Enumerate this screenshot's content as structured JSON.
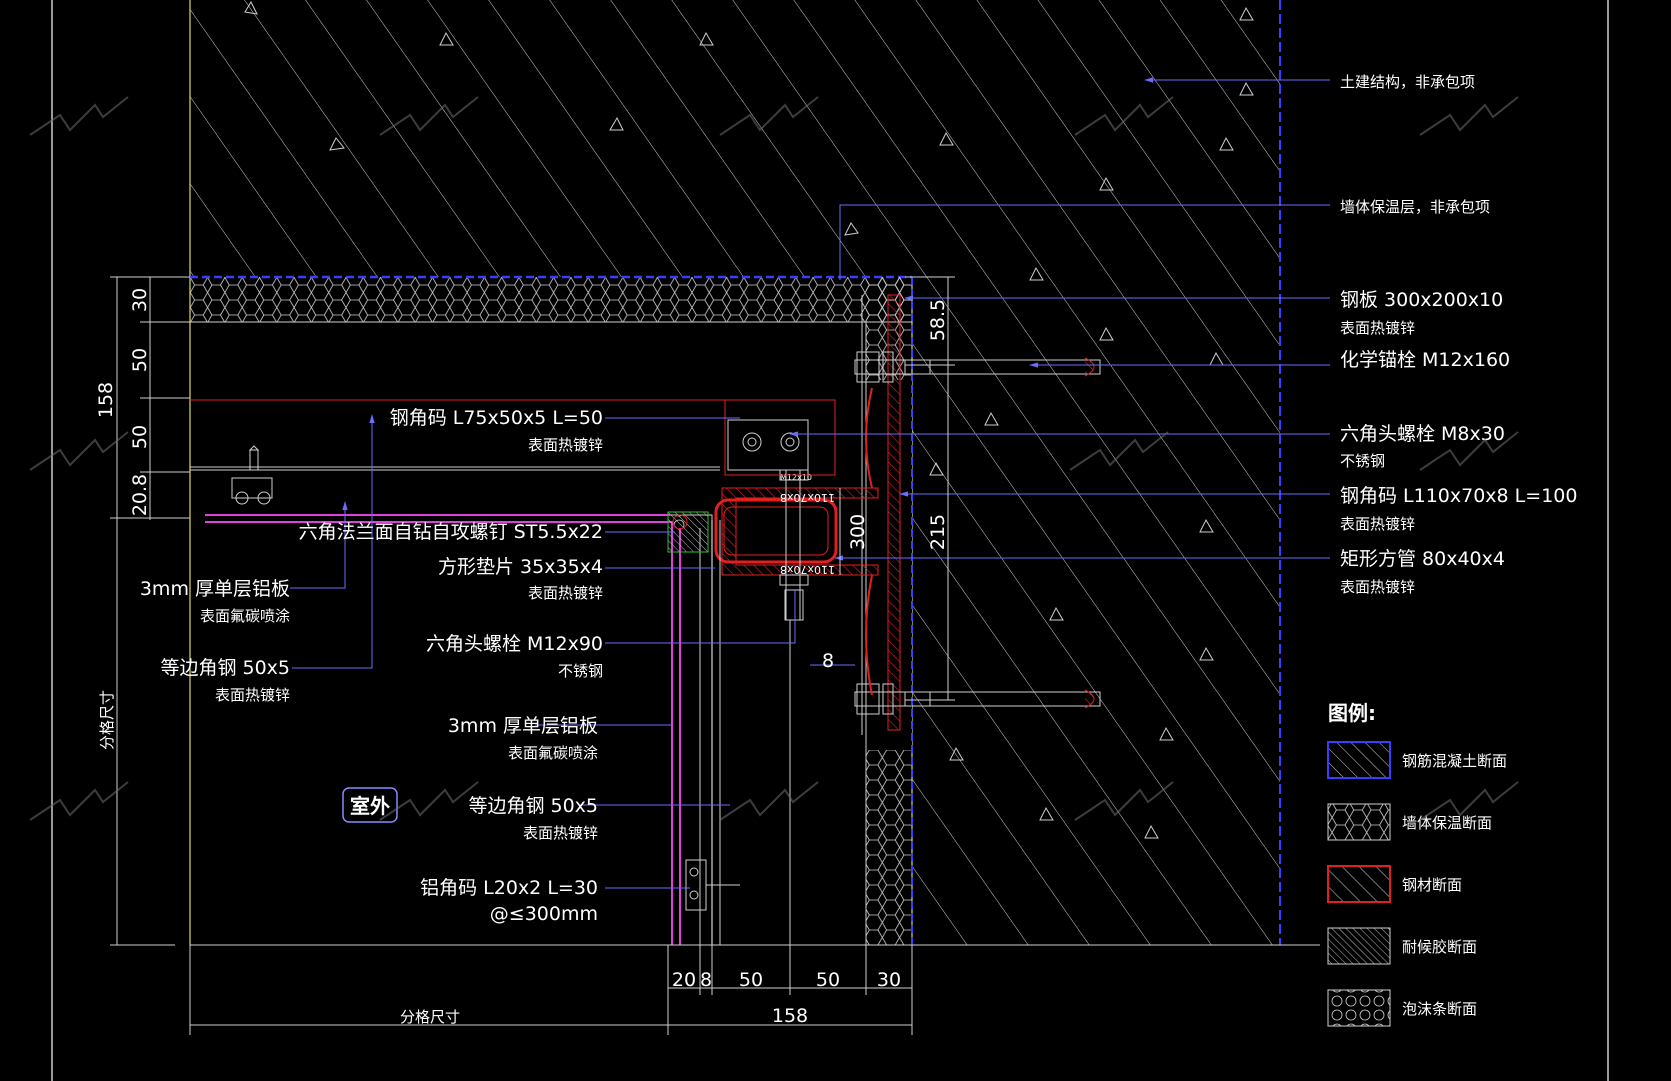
{
  "callouts": {
    "civil_structure": "土建结构，非承包项",
    "wall_insulation": "墙体保温层，非承包项",
    "steel_plate_1": "钢板 300x200x10",
    "steel_plate_2": "表面热镀锌",
    "chem_anchor": "化学锚栓 M12x160",
    "hex_bolt_m8_1": "六角头螺栓 M8x30",
    "hex_bolt_m8_2": "不锈钢",
    "steel_angle_1": "钢角码 L110x70x8 L=100",
    "steel_angle_2": "表面热镀锌",
    "rect_tube_1": "矩形方管 80x40x4",
    "rect_tube_2": "表面热镀锌",
    "steel_bracket_1": "钢角码 L75x50x5 L=50",
    "steel_bracket_2": "表面热镀锌",
    "screw": "六角法兰面自钻自攻螺钉 ST5.5x22",
    "washer_1": "方形垫片 35x35x4",
    "washer_2": "表面热镀锌",
    "hex_bolt_m12_1": "六角头螺栓 M12x90",
    "hex_bolt_m12_2": "不锈钢",
    "panel_left_1": "3mm 厚单层铝板",
    "panel_left_2": "表面氟碳喷涂",
    "angle_left_1": "等边角钢 50x5",
    "angle_left_2": "表面热镀锌",
    "panel_mid_1": "3mm 厚单层铝板",
    "panel_mid_2": "表面氟碳喷涂",
    "angle_mid_1": "等边角钢 50x5",
    "angle_mid_2": "表面热镀锌",
    "alu_bracket_1": "铝角码 L20x2 L=30",
    "alu_bracket_2": "@≤300mm",
    "outdoor": "室外"
  },
  "dimensions": {
    "left_30": "30",
    "left_50a": "50",
    "left_50b": "50",
    "left_20_8": "20.8",
    "left_158": "158",
    "left_grid": "分格尺寸",
    "bottom_20": "20",
    "bottom_8": "8",
    "bottom_50a": "50",
    "bottom_50b": "50",
    "bottom_30": "30",
    "bottom_158": "158",
    "bottom_grid": "分格尺寸",
    "v_58_5": "58.5",
    "v_215": "215",
    "v_300": "300",
    "small_8": "8",
    "tag_m12": "M12x10",
    "tag_angle_top": "110x70x8",
    "tag_angle_bottom": "110x70x8"
  },
  "legend": {
    "title": "图例:",
    "items": [
      {
        "label": "钢筋混凝土断面"
      },
      {
        "label": "墙体保温断面"
      },
      {
        "label": "钢材断面"
      },
      {
        "label": "耐候胶断面"
      },
      {
        "label": "泡沫条断面"
      }
    ]
  },
  "colors": {
    "background": "#000000",
    "line_white": "#ffffff",
    "line_blue": "#3c3cff",
    "line_red": "#e02020",
    "line_magenta": "#e040e0",
    "line_cyan": "#00d0d0",
    "line_yellow": "#d8d870",
    "line_green": "#30c030"
  }
}
